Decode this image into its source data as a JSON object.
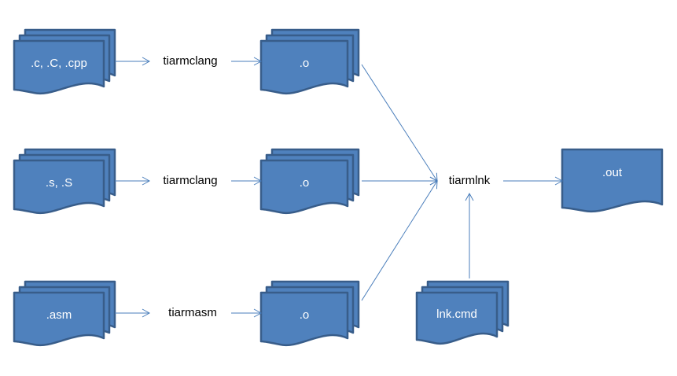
{
  "diagram": {
    "title": "TI Arm Clang build flow",
    "colors": {
      "doc_fill": "#4f81bd",
      "doc_stroke": "#385d8a",
      "arrow": "#4a7ebb",
      "text_on_doc": "#ffffff",
      "text": "#000000"
    },
    "sources": [
      {
        "label": ".c, .C, .cpp",
        "tool": "tiarmclang",
        "object": ".o"
      },
      {
        "label": ".s, .S",
        "tool": "tiarmclang",
        "object": ".o"
      },
      {
        "label": ".asm",
        "tool": "tiarmasm",
        "object": ".o"
      }
    ],
    "linker": {
      "label": "tiarmlnk"
    },
    "linker_command": {
      "label": "lnk.cmd"
    },
    "output": {
      "label": ".out"
    }
  }
}
